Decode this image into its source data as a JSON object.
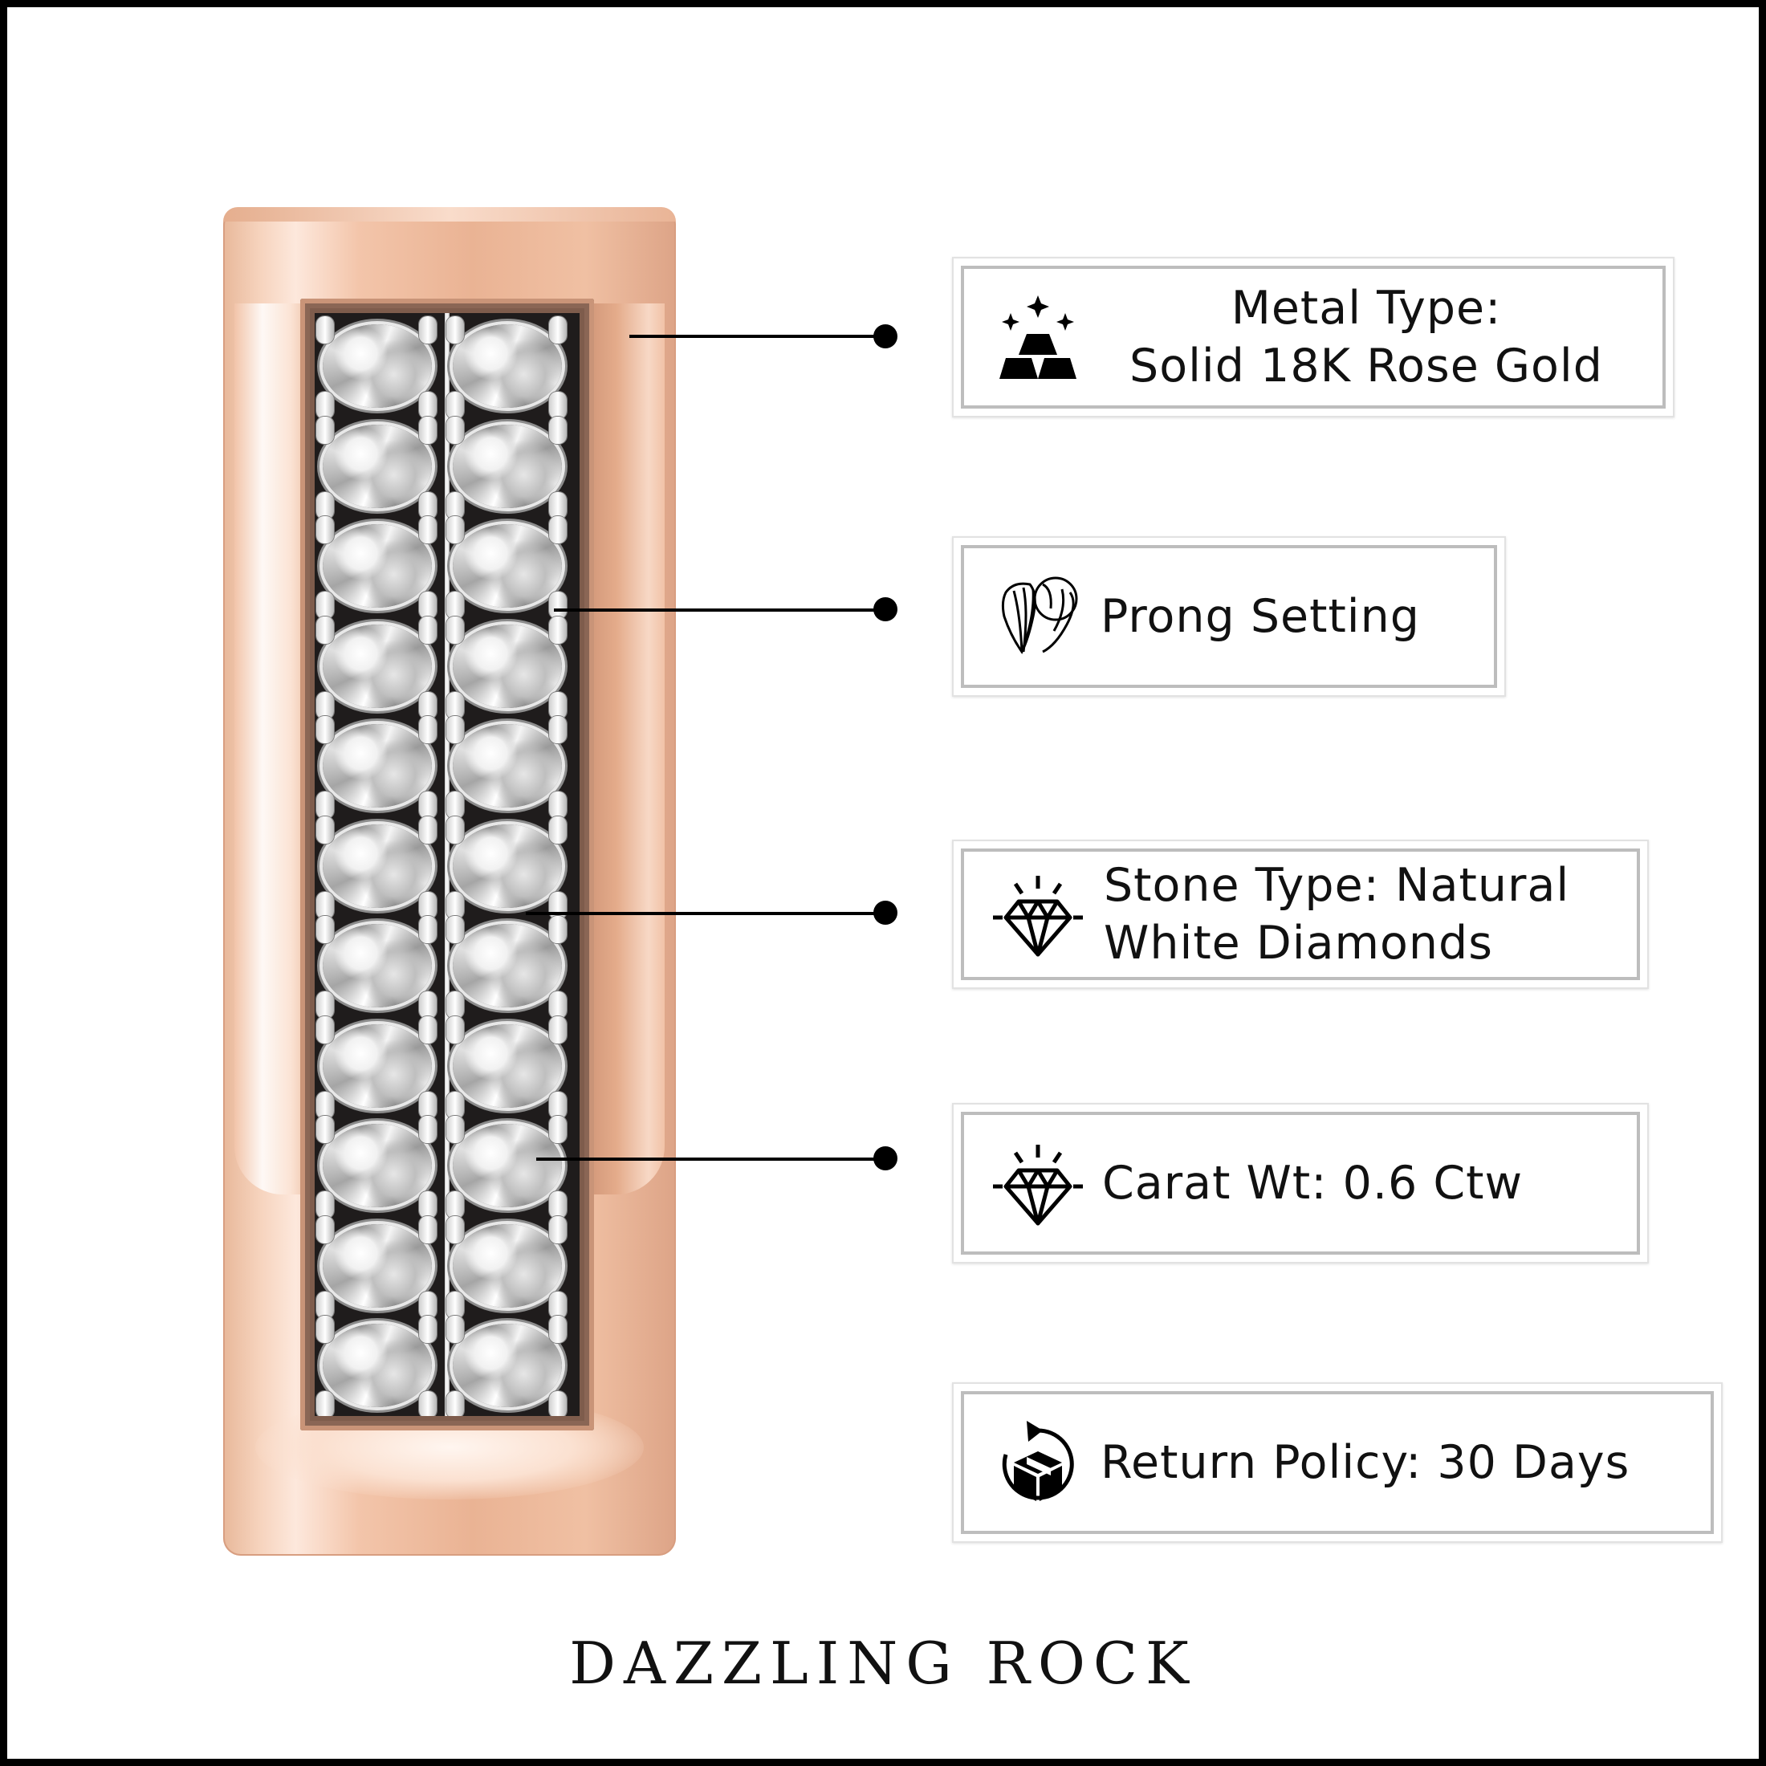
{
  "features": [
    {
      "id": "metal",
      "icon": "gold-bars-icon",
      "lines": [
        "Metal Type:",
        "Solid 18K Rose Gold"
      ]
    },
    {
      "id": "setting",
      "icon": "prong-setting-icon",
      "lines": [
        "Prong Setting"
      ]
    },
    {
      "id": "stone",
      "icon": "diamond-icon",
      "lines": [
        "Stone Type: Natural",
        "White Diamonds"
      ]
    },
    {
      "id": "carat",
      "icon": "diamond-sparkle-icon",
      "lines": [
        "Carat Wt: 0.6 Ctw"
      ]
    },
    {
      "id": "returns",
      "icon": "return-box-icon",
      "lines": [
        "Return Policy: 30 Days"
      ]
    }
  ],
  "brand": "DAZZLING ROCK",
  "colors": {
    "rose_gold": "#eab394",
    "card_border": "#bdbdbd",
    "text": "#111111",
    "frame": "#000000"
  }
}
